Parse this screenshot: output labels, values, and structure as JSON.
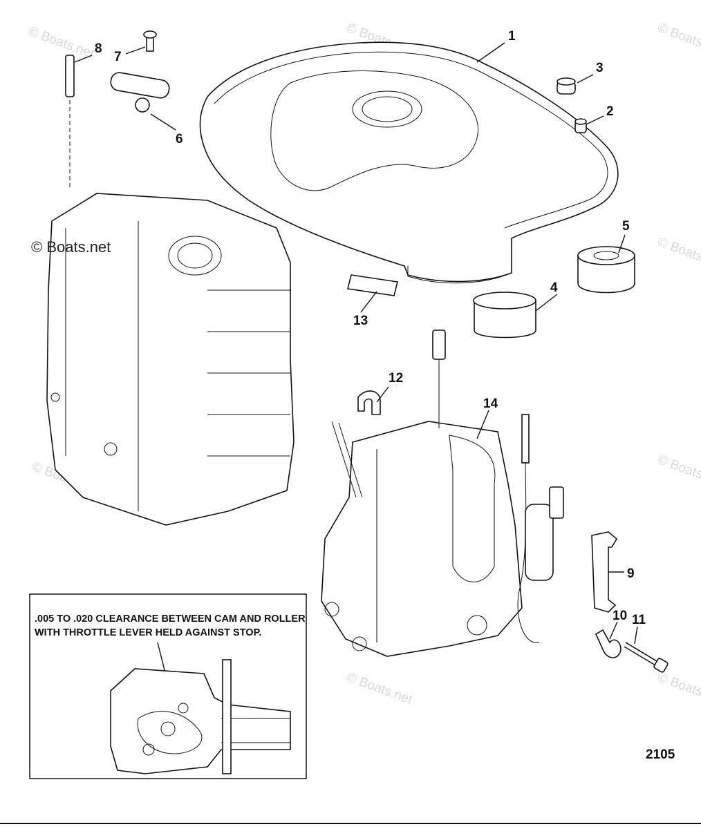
{
  "watermark": {
    "text": "© Boats.net"
  },
  "diagram_id": "2105",
  "inset": {
    "note_line1": ".005 TO .020 CLEARANCE BETWEEN CAM AND ROLLER",
    "note_line2": "WITH THROTTLE LEVER HELD AGAINST STOP."
  },
  "callouts": {
    "c1": "1",
    "c2": "2",
    "c3": "3",
    "c4": "4",
    "c5": "5",
    "c6": "6",
    "c7": "7",
    "c8": "8",
    "c9": "9",
    "c10": "10",
    "c11": "11",
    "c12": "12",
    "c13": "13",
    "c14": "14"
  }
}
